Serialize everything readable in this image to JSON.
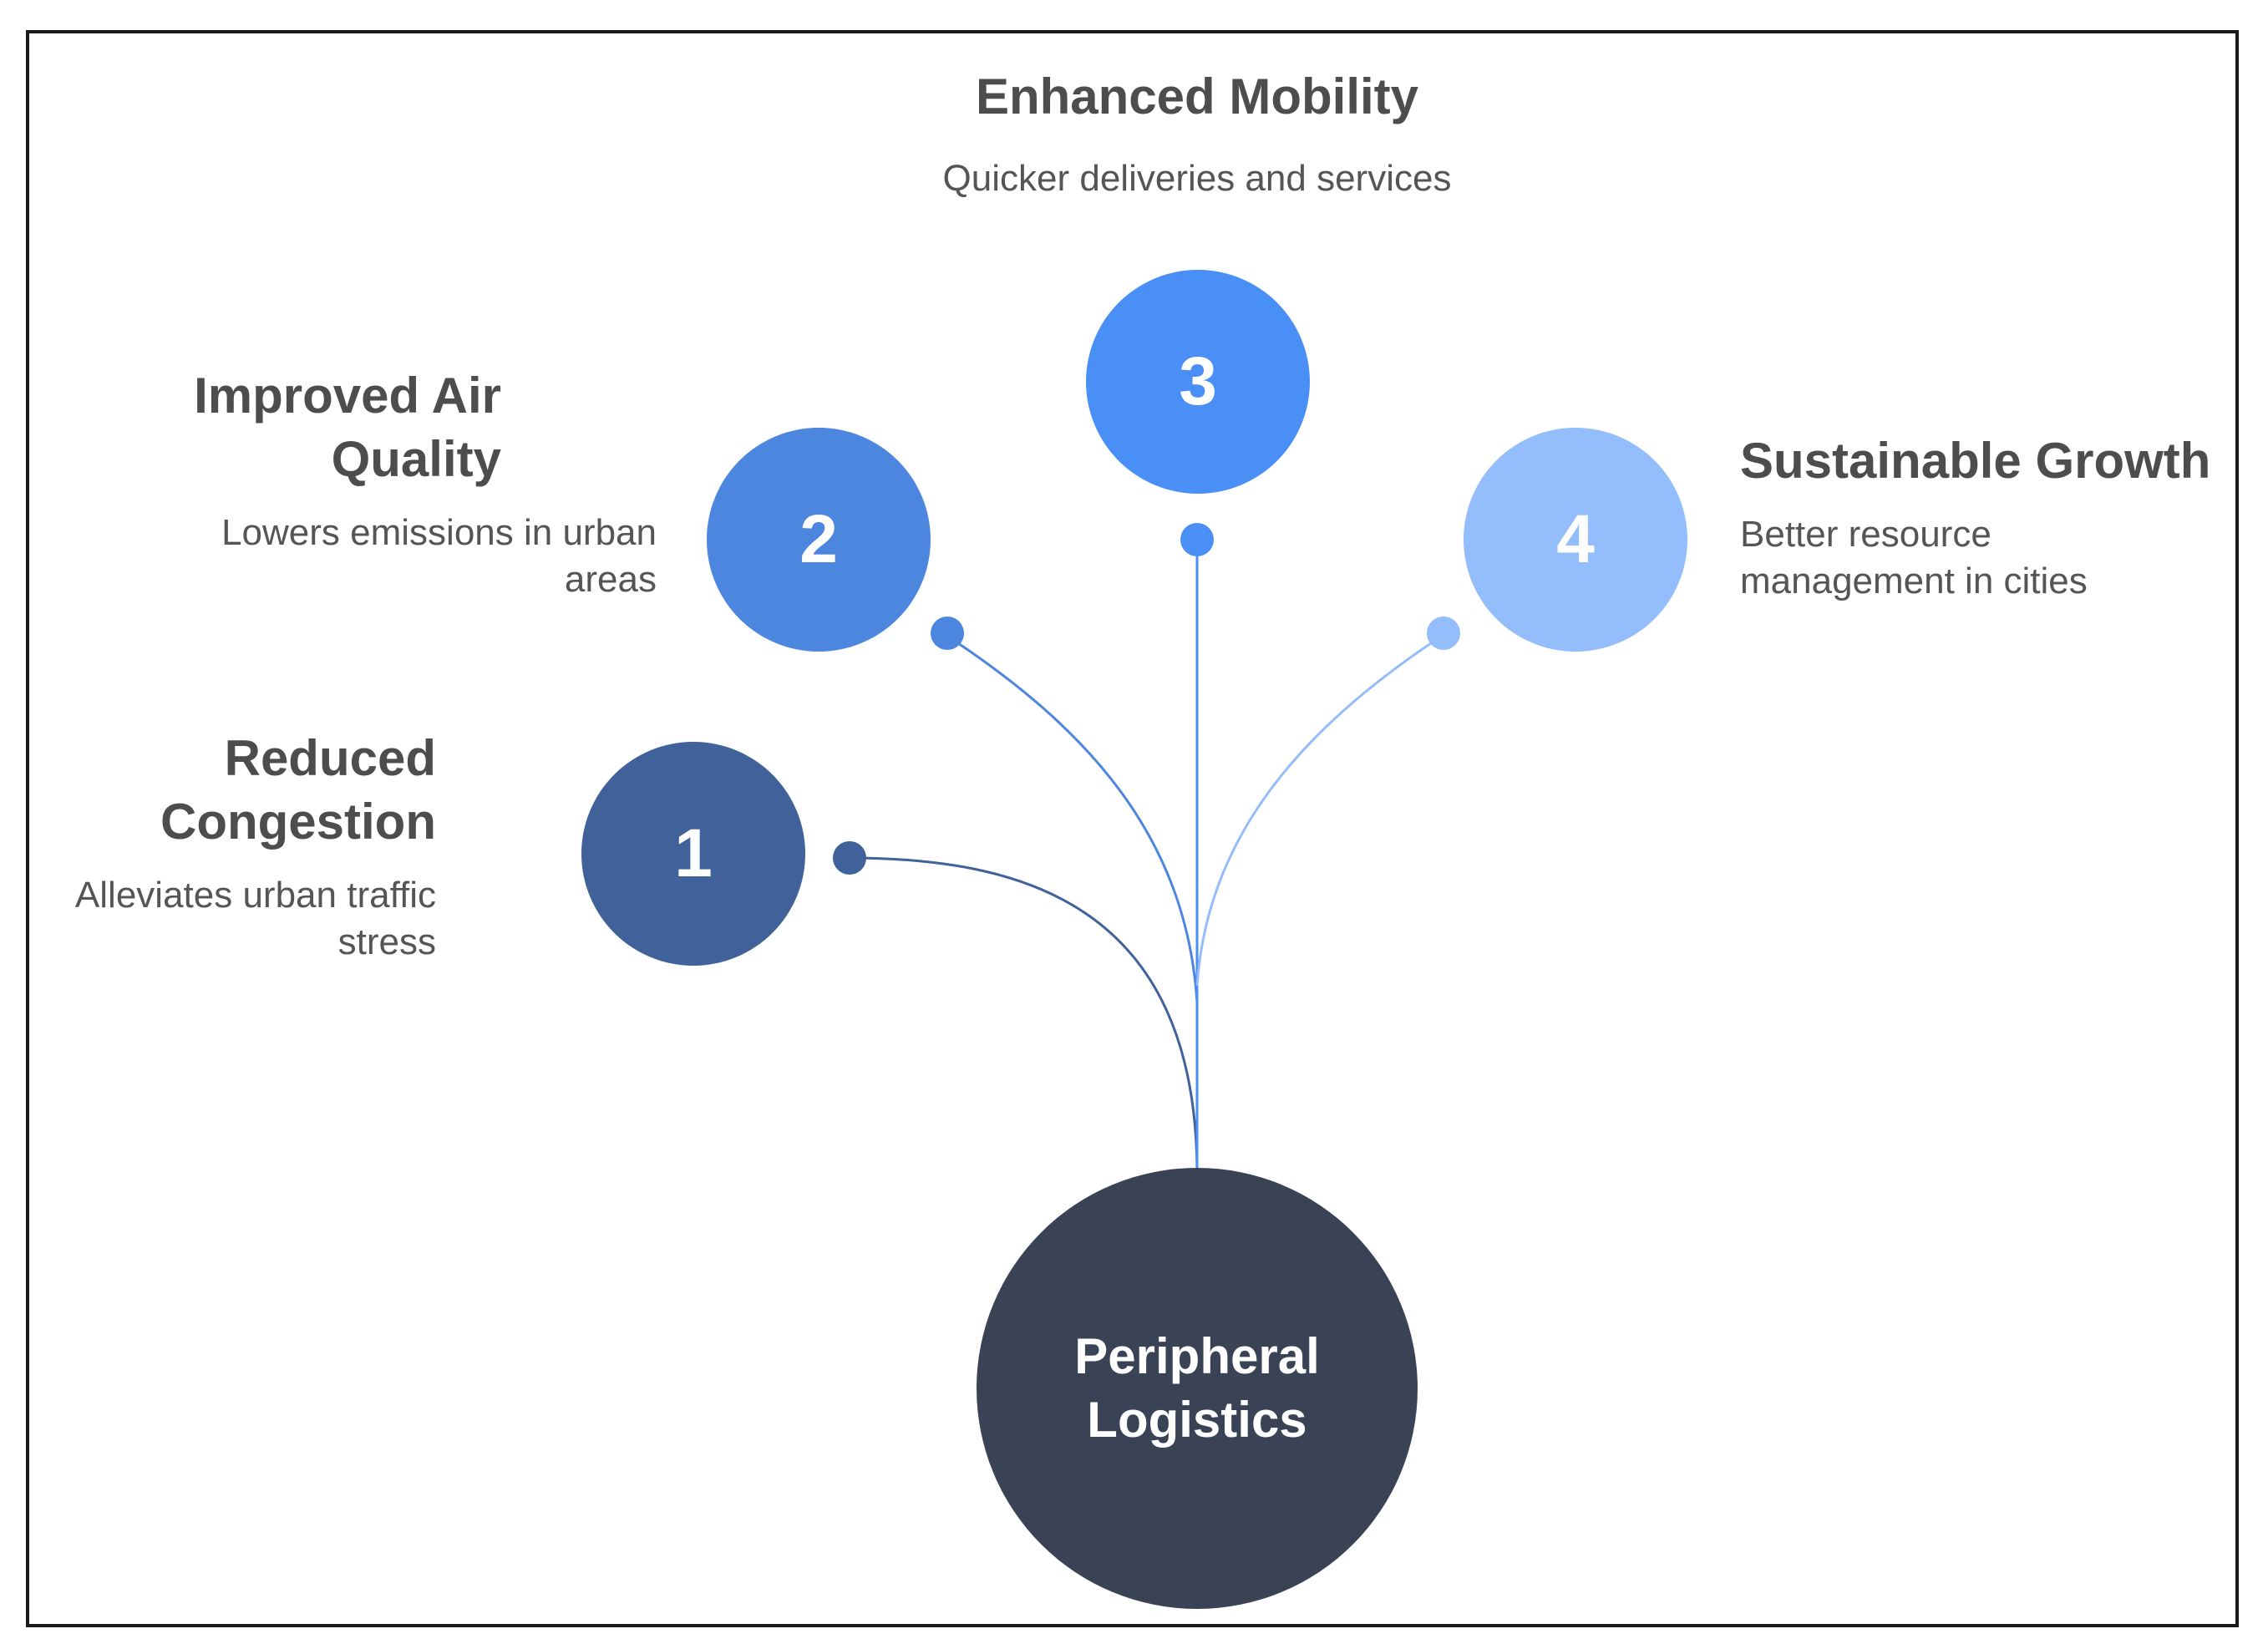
{
  "hub": {
    "label": "Peripheral\nLogistics",
    "color": "#3a4356"
  },
  "items": [
    {
      "number": "1",
      "title": "Reduced\nCongestion",
      "description": "Alleviates urban traffic\nstress",
      "color": "#40619a"
    },
    {
      "number": "2",
      "title": "Improved Air\nQuality",
      "description": "Lowers emissions in urban\nareas",
      "color": "#4d86de"
    },
    {
      "number": "3",
      "title": "Enhanced Mobility",
      "description": "Quicker deliveries and services",
      "color": "#4a8ff5"
    },
    {
      "number": "4",
      "title": "Sustainable Growth",
      "description": "Better resource\nmanagement in cities",
      "color": "#94bdfc"
    }
  ]
}
